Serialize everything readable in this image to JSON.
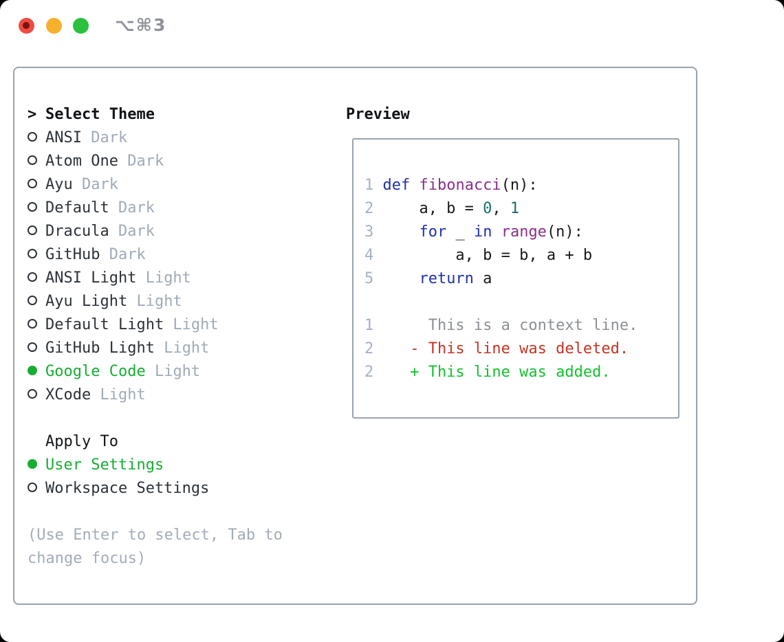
{
  "window": {
    "title": "⌥⌘3"
  },
  "theme_selector": {
    "prompt": ">",
    "title": "Select Theme",
    "items": [
      {
        "name": "ANSI",
        "variant": "Dark",
        "selected": false
      },
      {
        "name": "Atom One",
        "variant": "Dark",
        "selected": false
      },
      {
        "name": "Ayu",
        "variant": "Dark",
        "selected": false
      },
      {
        "name": "Default",
        "variant": "Dark",
        "selected": false
      },
      {
        "name": "Dracula",
        "variant": "Dark",
        "selected": false
      },
      {
        "name": "GitHub",
        "variant": "Dark",
        "selected": false
      },
      {
        "name": "ANSI Light",
        "variant": "Light",
        "selected": false
      },
      {
        "name": "Ayu Light",
        "variant": "Light",
        "selected": false
      },
      {
        "name": "Default Light",
        "variant": "Light",
        "selected": false
      },
      {
        "name": "GitHub Light",
        "variant": "Light",
        "selected": false
      },
      {
        "name": "Google Code",
        "variant": "Light",
        "selected": true
      },
      {
        "name": "XCode",
        "variant": "Light",
        "selected": false
      }
    ]
  },
  "apply_to": {
    "label": "Apply To",
    "options": [
      {
        "name": "User Settings",
        "selected": true
      },
      {
        "name": "Workspace Settings",
        "selected": false
      }
    ]
  },
  "help": {
    "lines": [
      "(Use Enter to select, Tab to",
      "change focus)"
    ]
  },
  "preview": {
    "label": "Preview",
    "lines": [
      {
        "number": "1",
        "kind": "code",
        "tokens": [
          [
            "def",
            "kw"
          ],
          [
            " ",
            "pl"
          ],
          [
            "fibonacci",
            "fn"
          ],
          [
            "(n):",
            "pl"
          ]
        ]
      },
      {
        "number": "2",
        "kind": "code",
        "tokens": [
          [
            "    a, b = ",
            "pl"
          ],
          [
            "0",
            "num"
          ],
          [
            ", ",
            "pl"
          ],
          [
            "1",
            "num"
          ]
        ]
      },
      {
        "number": "3",
        "kind": "code",
        "tokens": [
          [
            "    ",
            "pl"
          ],
          [
            "for",
            "kw"
          ],
          [
            " _ ",
            "pl"
          ],
          [
            "in",
            "kw"
          ],
          [
            " ",
            "pl"
          ],
          [
            "range",
            "fn"
          ],
          [
            "(n):",
            "pl"
          ]
        ]
      },
      {
        "number": "4",
        "kind": "code",
        "tokens": [
          [
            "        a, b = b, a + b",
            "pl"
          ]
        ]
      },
      {
        "number": "5",
        "kind": "code",
        "tokens": [
          [
            "    ",
            "pl"
          ],
          [
            "return",
            "kw"
          ],
          [
            " a",
            "pl"
          ]
        ]
      },
      {
        "number": "",
        "kind": "blank",
        "tokens": []
      },
      {
        "number": "1",
        "kind": "context",
        "tokens": [
          [
            "     This is a context line.",
            "ctx"
          ]
        ]
      },
      {
        "number": "2",
        "kind": "deleted",
        "tokens": [
          [
            "   - This line was deleted.",
            "del"
          ]
        ]
      },
      {
        "number": "2",
        "kind": "added",
        "tokens": [
          [
            "   + This line was added.",
            "add"
          ]
        ]
      }
    ]
  },
  "colors": {
    "traffic_red": "#ee4b42",
    "traffic_red_dot": "#7a120e",
    "traffic_yellow": "#f6b02c",
    "traffic_green": "#29c13d",
    "title_gray": "#8e9299",
    "border_gray": "#9aa3ad",
    "header_black": "#111417",
    "text_dark": "#2c3238",
    "muted_gray": "#a0aab8",
    "help_gray": "#a3acb8",
    "accent_green": "#16ad33",
    "line_number": "#a6b0c1",
    "context_gray": "#8b9096",
    "diff_deleted": "#c43424",
    "diff_added": "#14c02e",
    "keyword_blue": "#2032a8",
    "function_purple": "#8b2e8c",
    "literal_teal": "#156f6d",
    "code_plain": "#17191d"
  }
}
